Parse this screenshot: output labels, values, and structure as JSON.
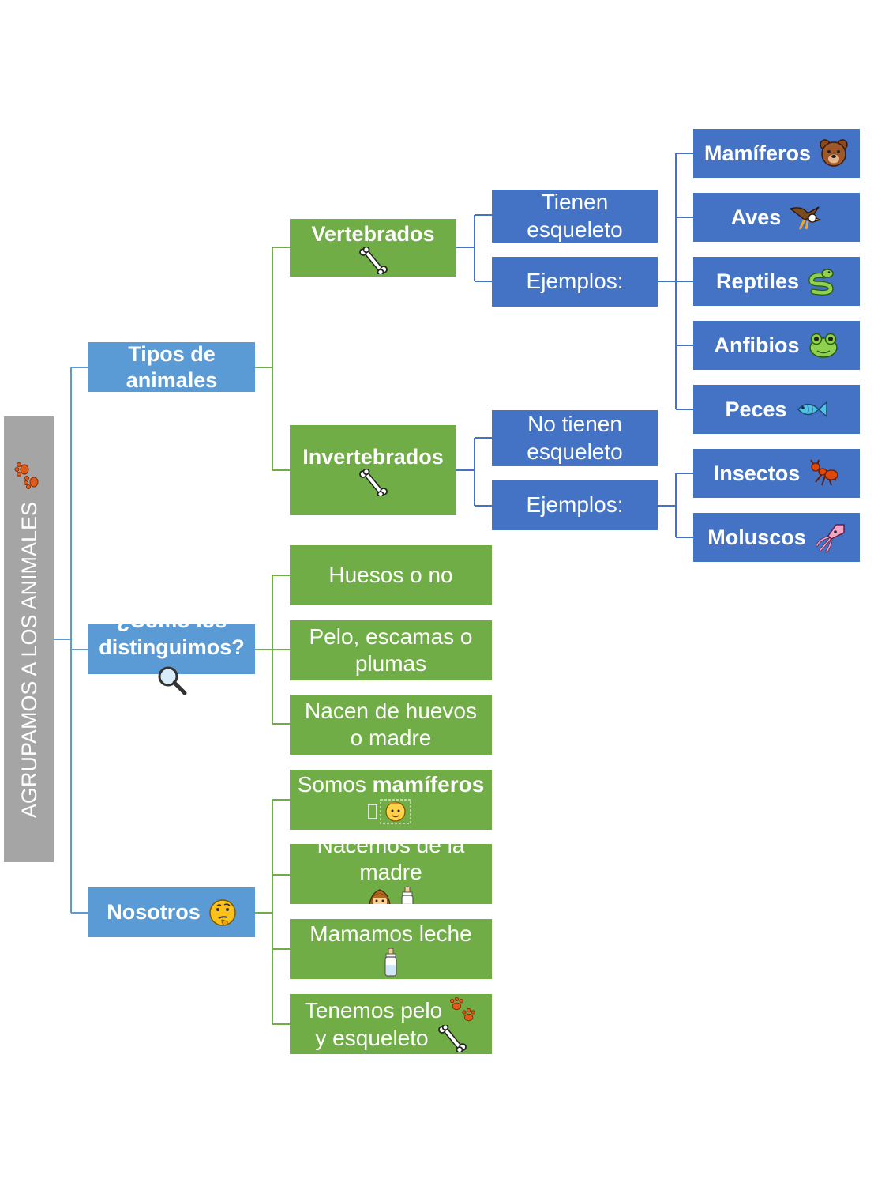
{
  "root": {
    "label": "AGRUPAMOS A LOS ANIMALES",
    "icon": "paw-prints-icon"
  },
  "colors": {
    "green": "#70ad47",
    "blue": "#4472c4",
    "light_blue": "#5b9bd5",
    "gray": "#a5a5a5",
    "white": "#ffffff"
  },
  "level1": {
    "tipos": {
      "label": "Tipos de animales"
    },
    "distinguimos": {
      "label_hidden": "¿Cómo los",
      "label": "distinguimos?",
      "icon": "magnifier-icon"
    },
    "nosotros": {
      "label": "Nosotros",
      "icon": "thinking-face-icon"
    }
  },
  "vertebrados": {
    "label": "Vertebrados",
    "icon": "bone-icon",
    "tienen": "Tienen esqueleto",
    "ejemplos": "Ejemplos:",
    "examples": [
      {
        "label": "Mamíferos",
        "icon": "bear-icon"
      },
      {
        "label": "Aves",
        "icon": "eagle-icon"
      },
      {
        "label": "Reptiles",
        "icon": "snake-icon"
      },
      {
        "label": "Anfibios",
        "icon": "frog-icon"
      },
      {
        "label": "Peces",
        "icon": "fish-icon"
      }
    ]
  },
  "invertebrados": {
    "label": "Invertebrados",
    "icon": "bone-icon",
    "no_tienen": "No tienen esqueleto",
    "ejemplos": "Ejemplos:",
    "examples": [
      {
        "label": "Insectos",
        "icon": "ant-icon"
      },
      {
        "label": "Moluscos",
        "icon": "squid-icon"
      }
    ]
  },
  "criterios": [
    "Huesos o no",
    "Pelo, escamas o plumas",
    "Nacen de huevos o madre"
  ],
  "nosotros_items": {
    "somos_prefix": "Somos",
    "somos_bold": "mamíferos",
    "somos_icon": "baby-icon",
    "nacemos": "Nacemos de la madre",
    "nacemos_icons": [
      "woman-icon",
      "baby-bottle-icon"
    ],
    "mamamos": "Mamamos leche",
    "mamamos_icon": "baby-bottle-icon",
    "tenemos_line1": "Tenemos pelo",
    "tenemos_line2": "y esqueleto",
    "tenemos_icons": [
      "paw-prints-icon",
      "bone-icon"
    ]
  }
}
